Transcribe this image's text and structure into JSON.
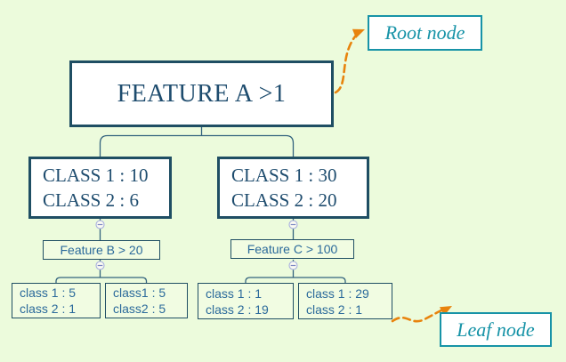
{
  "colors": {
    "background": "#ECFBDC",
    "node_border": "#1F4E63",
    "node_text": "#1E4C6E",
    "small_text": "#2B6A9B",
    "annotation_teal": "#1793A7",
    "arrow_orange": "#E8830D",
    "connector": "#33637E"
  },
  "tree": {
    "root": {
      "label": "FEATURE A >1"
    },
    "branches": [
      {
        "class_counts": [
          "CLASS 1 : 10",
          "CLASS 2 : 6"
        ],
        "split": "Feature B > 20",
        "leaves": [
          [
            "class 1 : 5",
            "class 2 : 1"
          ],
          [
            "class1 : 5",
            "class2 : 5"
          ]
        ]
      },
      {
        "class_counts": [
          "CLASS 1 : 30",
          "CLASS 2 : 20"
        ],
        "split": "Feature C > 100",
        "leaves": [
          [
            "class 1 : 1",
            "class 2 : 19"
          ],
          [
            "class 1 : 29",
            "class 2 : 1"
          ]
        ]
      }
    ]
  },
  "annotations": {
    "root": "Root node",
    "leaf": "Leaf node"
  },
  "icons": {
    "collapse": "minus-circle"
  }
}
